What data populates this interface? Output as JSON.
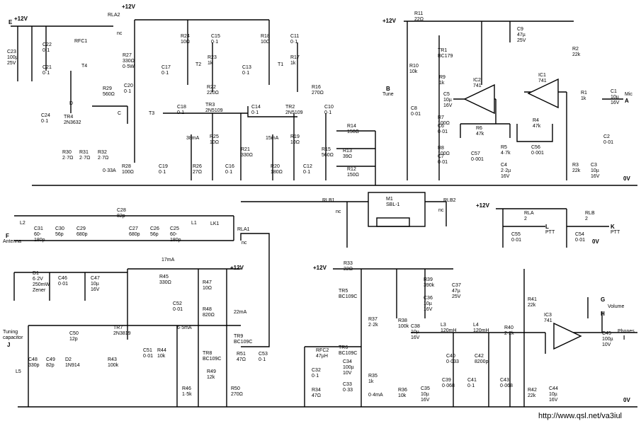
{
  "footer": {
    "url": "http://www.qsl.net/va3iul"
  },
  "rails": {
    "v12_left": "+12V",
    "v12_top": "+12V",
    "v12_right_top": "+12V",
    "v12_af": "+12V",
    "v12_ptt": "+12V",
    "v12_mid": "+12V",
    "ov_right": "0V",
    "ov_ptt": "0V",
    "ov_bottom": "0V"
  },
  "ports": {
    "E": "E",
    "F": "F",
    "antenna": "Antenna",
    "B": "B",
    "tune": "Tune",
    "mic_A": "A",
    "mic": "Mic",
    "L": "L",
    "K": "K",
    "ptt_L": "PTT",
    "ptt_K": "PTT",
    "J": "J",
    "tuning_cap": "Tuning\ncapacitor",
    "G": "G",
    "H": "H",
    "I": "I",
    "volume": "Volume",
    "phones": "Phones"
  },
  "components": [
    {
      "ref": "c23",
      "text": "C23\n100µ\n25V"
    },
    {
      "ref": "c22",
      "text": "C22\n0·1"
    },
    {
      "ref": "c21",
      "text": "C21\n0·1"
    },
    {
      "ref": "rfc1",
      "text": "RFC1"
    },
    {
      "ref": "t4",
      "text": "T4"
    },
    {
      "ref": "r27",
      "text": "R27\n330Ω\n0·5W"
    },
    {
      "ref": "r29",
      "text": "R29\n560Ω"
    },
    {
      "ref": "c20",
      "text": "C20\n0·1"
    },
    {
      "ref": "rla2",
      "text": "RLA2"
    },
    {
      "ref": "nc_rla2",
      "text": "nc"
    },
    {
      "ref": "tr4",
      "text": "TR4\n2N3632"
    },
    {
      "ref": "tr4_d",
      "text": "D"
    },
    {
      "ref": "tr4_c",
      "text": "C"
    },
    {
      "ref": "c24",
      "text": "C24\n0·1"
    },
    {
      "ref": "t3",
      "text": "T3"
    },
    {
      "ref": "r30",
      "text": "R30\n2·7Ω"
    },
    {
      "ref": "r31",
      "text": "R31\n2·7Ω"
    },
    {
      "ref": "r32",
      "text": "R32\n2·7Ω"
    },
    {
      "ref": "i033",
      "text": "0·33A"
    },
    {
      "ref": "r28",
      "text": "R28\n100Ω"
    },
    {
      "ref": "c19",
      "text": "C19\n0·1"
    },
    {
      "ref": "r24",
      "text": "R24\n10Ω"
    },
    {
      "ref": "c15",
      "text": "C15\n0·1"
    },
    {
      "ref": "c17",
      "text": "C17\n0·1"
    },
    {
      "ref": "t2",
      "text": "T2"
    },
    {
      "ref": "r23",
      "text": "R23\n1k"
    },
    {
      "ref": "r22",
      "text": "R22\n220Ω"
    },
    {
      "ref": "c18",
      "text": "C18\n0·1"
    },
    {
      "ref": "tr3",
      "text": "TR3\n2N5109"
    },
    {
      "ref": "i38",
      "text": "38mA"
    },
    {
      "ref": "r25",
      "text": "R25\n10Ω"
    },
    {
      "ref": "r26",
      "text": "R26\n27Ω"
    },
    {
      "ref": "c16",
      "text": "C16\n0·1"
    },
    {
      "ref": "r21",
      "text": "R21\n330Ω"
    },
    {
      "ref": "r18",
      "text": "R18\n10Ω"
    },
    {
      "ref": "c11",
      "text": "C11\n0·1"
    },
    {
      "ref": "c13",
      "text": "C13\n0·1"
    },
    {
      "ref": "t1",
      "text": "T1"
    },
    {
      "ref": "r17",
      "text": "R17\n1k"
    },
    {
      "ref": "r16",
      "text": "R16\n270Ω"
    },
    {
      "ref": "c14",
      "text": "C14\n0·1"
    },
    {
      "ref": "tr2",
      "text": "TR2\n2N5109"
    },
    {
      "ref": "i15",
      "text": "15mA"
    },
    {
      "ref": "r19",
      "text": "R19\n10Ω"
    },
    {
      "ref": "r20",
      "text": "R20\n180Ω"
    },
    {
      "ref": "c12",
      "text": "C12\n0·1"
    },
    {
      "ref": "c10",
      "text": "C10\n0·1"
    },
    {
      "ref": "r15",
      "text": "R15\n560Ω"
    },
    {
      "ref": "r14",
      "text": "R14\n150Ω"
    },
    {
      "ref": "r13",
      "text": "R13\n39Ω"
    },
    {
      "ref": "r12",
      "text": "R12\n150Ω"
    },
    {
      "ref": "r11",
      "text": "R11\n22Ω"
    },
    {
      "ref": "tr1",
      "text": "TR1\nBC179"
    },
    {
      "ref": "r10",
      "text": "R10\n10k"
    },
    {
      "ref": "r9",
      "text": "R9\n1k"
    },
    {
      "ref": "c8",
      "text": "C8\n0·01"
    },
    {
      "ref": "c6",
      "text": "C6\n0·01"
    },
    {
      "ref": "c7",
      "text": "C7\n0·01"
    },
    {
      "ref": "r7",
      "text": "R7\n100Ω"
    },
    {
      "ref": "r8",
      "text": "R8\n100Ω"
    },
    {
      "ref": "c5",
      "text": "C5\n10µ\n16V"
    },
    {
      "ref": "c9",
      "text": "C9\n47µ\n25V"
    },
    {
      "ref": "ic2",
      "text": "IC2\n741"
    },
    {
      "ref": "ic1",
      "text": "IC1\n741"
    },
    {
      "ref": "r6",
      "text": "R6\n47k"
    },
    {
      "ref": "c57",
      "text": "C57\n0·001"
    },
    {
      "ref": "r5",
      "text": "R5\n4·7k"
    },
    {
      "ref": "c4",
      "text": "C4\n2·2µ\n16V"
    },
    {
      "ref": "r4",
      "text": "R4\n47k"
    },
    {
      "ref": "c56",
      "text": "C56\n0·001"
    },
    {
      "ref": "r2",
      "text": "R2\n22k"
    },
    {
      "ref": "r1",
      "text": "R1\n1k"
    },
    {
      "ref": "c1",
      "text": "C1\n10µ\n16V"
    },
    {
      "ref": "c2",
      "text": "C2\n0·01"
    },
    {
      "ref": "r3",
      "text": "R3\n22k"
    },
    {
      "ref": "c3",
      "text": "C3\n10µ\n16V"
    },
    {
      "ref": "rlb1",
      "text": "RLB1"
    },
    {
      "ref": "rlb1_nc",
      "text": "nc"
    },
    {
      "ref": "m1",
      "text": "M1\nSBL-1"
    },
    {
      "ref": "rlb2",
      "text": "RLB2"
    },
    {
      "ref": "rlb2_nc",
      "text": "nc"
    },
    {
      "ref": "l2",
      "text": "L2"
    },
    {
      "ref": "c28",
      "text": "C28\n82p"
    },
    {
      "ref": "c31",
      "text": "C31\n60-\n180p"
    },
    {
      "ref": "c30",
      "text": "C30\n56p"
    },
    {
      "ref": "c29",
      "text": "C29\n680p"
    },
    {
      "ref": "c27",
      "text": "C27\n680p"
    },
    {
      "ref": "c26",
      "text": "C26\n56p"
    },
    {
      "ref": "c25",
      "text": "C25\n60-\n180p"
    },
    {
      "ref": "l1",
      "text": "L1"
    },
    {
      "ref": "lk1",
      "text": "LK1"
    },
    {
      "ref": "rla1",
      "text": "RLA1"
    },
    {
      "ref": "rla1_nc",
      "text": "nc"
    },
    {
      "ref": "rla",
      "text": "RLA\n2"
    },
    {
      "ref": "rlb",
      "text": "RLB\n2"
    },
    {
      "ref": "c55",
      "text": "C55\n0·01"
    },
    {
      "ref": "c54",
      "text": "C54\n0·01"
    },
    {
      "ref": "d1",
      "text": "D1\n6·2V\n250mW\nZener"
    },
    {
      "ref": "c46",
      "text": "C46\n0·01"
    },
    {
      "ref": "c47",
      "text": "C47\n10µ\n16V"
    },
    {
      "ref": "i17",
      "text": "17mA"
    },
    {
      "ref": "r45",
      "text": "R45\n330Ω"
    },
    {
      "ref": "r47",
      "text": "R47\n10Ω"
    },
    {
      "ref": "c52",
      "text": "C52\n0·01"
    },
    {
      "ref": "r48",
      "text": "R48\n820Ω"
    },
    {
      "ref": "i22",
      "text": "22mA"
    },
    {
      "ref": "i65",
      "text": "6·5mA"
    },
    {
      "ref": "tr9",
      "text": "TR9\nBC109C"
    },
    {
      "ref": "tr8",
      "text": "TR8\nBC109C"
    },
    {
      "ref": "tr7",
      "text": "TR7\n2N3819"
    },
    {
      "ref": "c50",
      "text": "C50\n12p"
    },
    {
      "ref": "c48",
      "text": "C48\n330p"
    },
    {
      "ref": "c49",
      "text": "C49\n82p"
    },
    {
      "ref": "d2",
      "text": "D2\n1N914"
    },
    {
      "ref": "r43",
      "text": "R43\n100k"
    },
    {
      "ref": "c51",
      "text": "C51\n0·01"
    },
    {
      "ref": "r44",
      "text": "R44\n10k"
    },
    {
      "ref": "r49",
      "text": "R49\n12k"
    },
    {
      "ref": "r51",
      "text": "R51\n47Ω"
    },
    {
      "ref": "c53",
      "text": "C53\n0·1"
    },
    {
      "ref": "r46",
      "text": "R46\n1·5k"
    },
    {
      "ref": "r50",
      "text": "R50\n270Ω"
    },
    {
      "ref": "l5",
      "text": "L5"
    },
    {
      "ref": "r33",
      "text": "R33\n22Ω"
    },
    {
      "ref": "tr5",
      "text": "TR5\nBC109C"
    },
    {
      "ref": "r39",
      "text": "R39\n390k"
    },
    {
      "ref": "c37",
      "text": "C37\n47µ\n25V"
    },
    {
      "ref": "c36",
      "text": "C36\n10µ\n16V"
    },
    {
      "ref": "r37",
      "text": "R37\n2·2k"
    },
    {
      "ref": "r38",
      "text": "R38\n100k"
    },
    {
      "ref": "tr6",
      "text": "TR6\nBC109C"
    },
    {
      "ref": "rfc2",
      "text": "RFC2\n47µH"
    },
    {
      "ref": "c32",
      "text": "C32\n0·1"
    },
    {
      "ref": "r34",
      "text": "R34\n47Ω"
    },
    {
      "ref": "c33",
      "text": "C33\n0·33"
    },
    {
      "ref": "c34",
      "text": "C34\n100µ\n10V"
    },
    {
      "ref": "r35",
      "text": "R35\n1k"
    },
    {
      "ref": "i04",
      "text": "0·4mA"
    },
    {
      "ref": "c38",
      "text": "C38\n10µ\n16V"
    },
    {
      "ref": "r36",
      "text": "R36\n10k"
    },
    {
      "ref": "c35",
      "text": "C35\n10µ\n16V"
    },
    {
      "ref": "l3",
      "text": "L3\n120mH"
    },
    {
      "ref": "l4",
      "text": "L4\n120mH"
    },
    {
      "ref": "c40",
      "text": "C40\n0·033"
    },
    {
      "ref": "c42",
      "text": "C42\n8200p"
    },
    {
      "ref": "c39",
      "text": "C39\n0·068"
    },
    {
      "ref": "c41",
      "text": "C41\n0·1"
    },
    {
      "ref": "c43",
      "text": "C43\n0·068"
    },
    {
      "ref": "r40",
      "text": "R40\n2·2k"
    },
    {
      "ref": "r41",
      "text": "R41\n22k"
    },
    {
      "ref": "r42",
      "text": "R42\n22k"
    },
    {
      "ref": "c44",
      "text": "C44\n10µ\n16V"
    },
    {
      "ref": "ic3",
      "text": "IC3\n741"
    },
    {
      "ref": "c45",
      "text": "C45\n100µ\n10V"
    }
  ]
}
